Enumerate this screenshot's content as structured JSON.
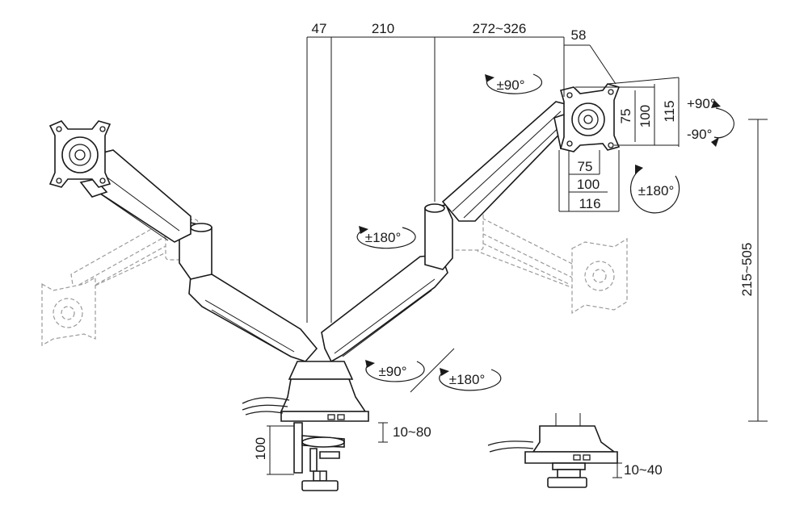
{
  "dimensions": {
    "base_offset": "47",
    "pole_to_joint": "210",
    "arm_reach": "272~326",
    "head_depth": "58",
    "vesa_75_v": "75",
    "vesa_100_v": "100",
    "vesa_115_v": "115",
    "vesa_75_h": "75",
    "vesa_100_h": "100",
    "vesa_116_h": "116",
    "height_range": "215~505",
    "clamp_height": "100",
    "clamp_range": "10~80",
    "grommet_range": "10~40"
  },
  "rotations": {
    "head_swivel": "±90°",
    "tilt_up": "+90°",
    "tilt_down": "-90°",
    "rotate_screen": "±180°",
    "elbow_swivel": "±180°",
    "base_swivel": "±90°",
    "base_rotate": "±180°"
  },
  "colors": {
    "line": "#1a1a1a",
    "ghost": "#9a9a9a",
    "background": "#ffffff"
  }
}
